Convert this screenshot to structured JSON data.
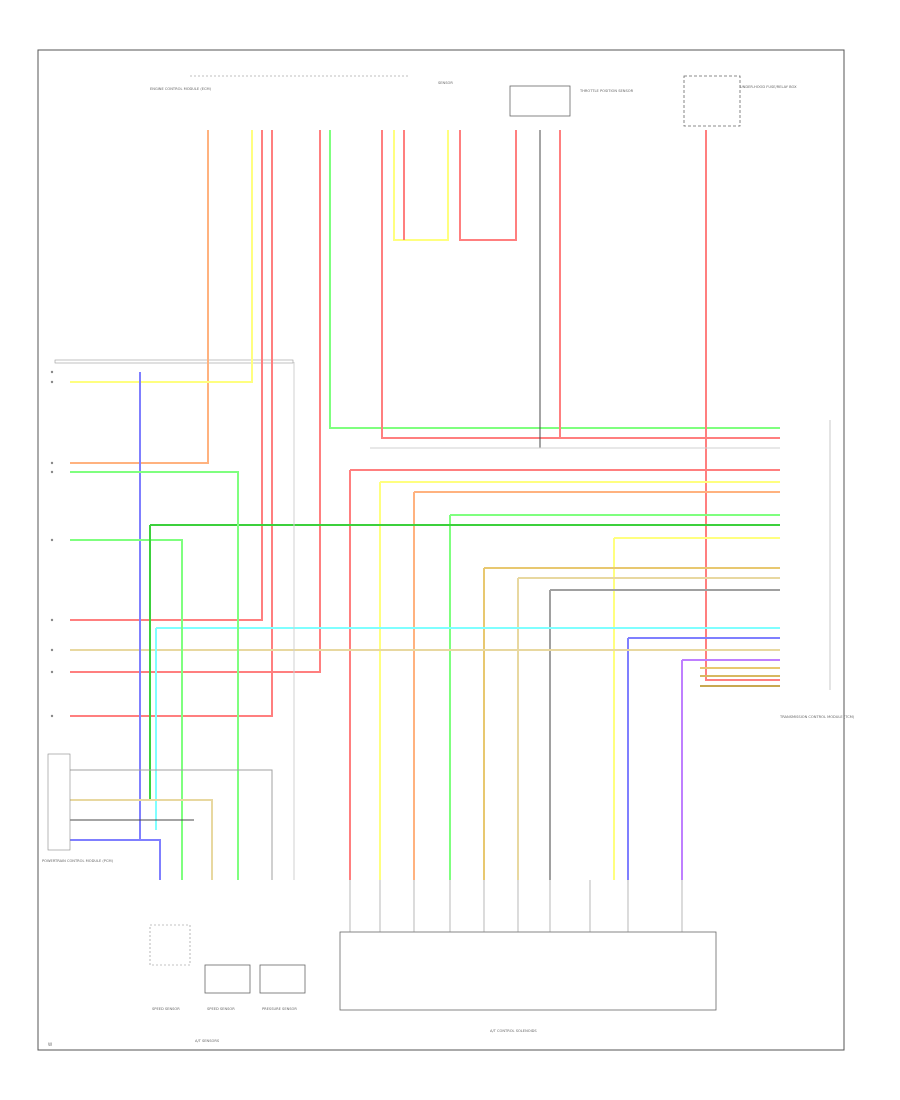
{
  "wire_colors": {
    "orange": "#ffb27f",
    "yellow": "#ffff7f",
    "red": "#ff7f7f",
    "green": "#7fff7f",
    "blue": "#7f7fff",
    "cyan": "#7fffff",
    "violet": "#bf7fff",
    "gray": "#a0a0a0",
    "black": "#4a4a4a",
    "tan": "#e8d8a0",
    "white": "#d8d8d8"
  },
  "top_components": [
    {
      "id": "ecm-left",
      "label": "ENGINE CONTROL MODULE (ECM)"
    },
    {
      "id": "sensor",
      "label": "SENSOR"
    },
    {
      "id": "throttle",
      "label": "THROTTLE POSITION SENSOR"
    },
    {
      "id": "relay",
      "label": "UNDER-HOOD FUSE/RELAY BOX"
    }
  ],
  "right_connector_label": "TRANSMISSION CONTROL MODULE (TCM)",
  "left_module_label": "POWERTRAIN CONTROL MODULE (PCM)",
  "bottom_sensors": [
    {
      "id": "s1",
      "label": "SPEED SENSOR"
    },
    {
      "id": "s2",
      "label": "SPEED SENSOR"
    },
    {
      "id": "s3",
      "label": "PRESSURE SENSOR"
    }
  ],
  "bottom_sensor_group_label": "A/T SENSORS",
  "bottom_module_label": "A/T CONTROL SOLENOIDS",
  "footer_code": "W"
}
